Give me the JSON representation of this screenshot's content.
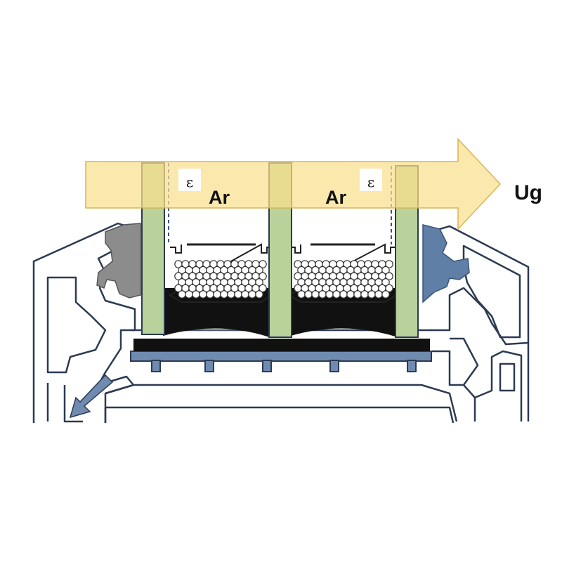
{
  "labels": {
    "gas_left": "Ar",
    "gas_right": "Ar",
    "emissivity_left": "ε",
    "emissivity_right": "ε",
    "u_value": "Ug"
  },
  "colors": {
    "heat_arrow": "#f9df8c",
    "glass_pane": "#b9d29b",
    "frame_blue": "#6f8bb0",
    "seal_left": "#8c8c8c",
    "seal_right": "#5f7fa6",
    "sealant": "#111111",
    "desiccant_bead": "#ffffff",
    "outline": "#2c3a52"
  }
}
